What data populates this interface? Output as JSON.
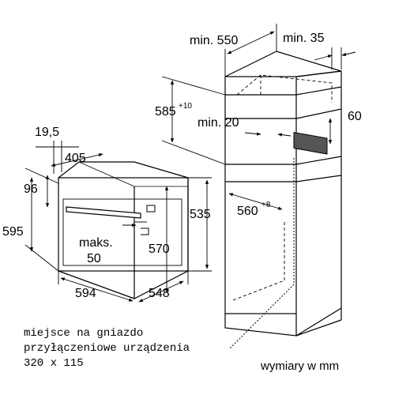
{
  "oven": {
    "dims": {
      "top_depth": "19,5",
      "width_top": "405",
      "front_height": "96",
      "total_height": "595",
      "side_height": "535",
      "body_height": "570",
      "front_width": "594",
      "depth": "548"
    },
    "handle_note_line1": "maks.",
    "handle_note_line2": "50"
  },
  "cabinet": {
    "dims": {
      "width": "min. 550",
      "side_gap": "min. 35",
      "height_label": "585",
      "height_tolerance": "+10",
      "gap_label": "min. 20",
      "vent": "60",
      "opening_label": "560",
      "opening_tolerance": "+8"
    }
  },
  "socket_note": {
    "line1": "miejsce na gniazdo",
    "line2": "przyłączeniowe urządzenia",
    "line3": "320 x 115"
  },
  "units_note": "wymiary w mm"
}
